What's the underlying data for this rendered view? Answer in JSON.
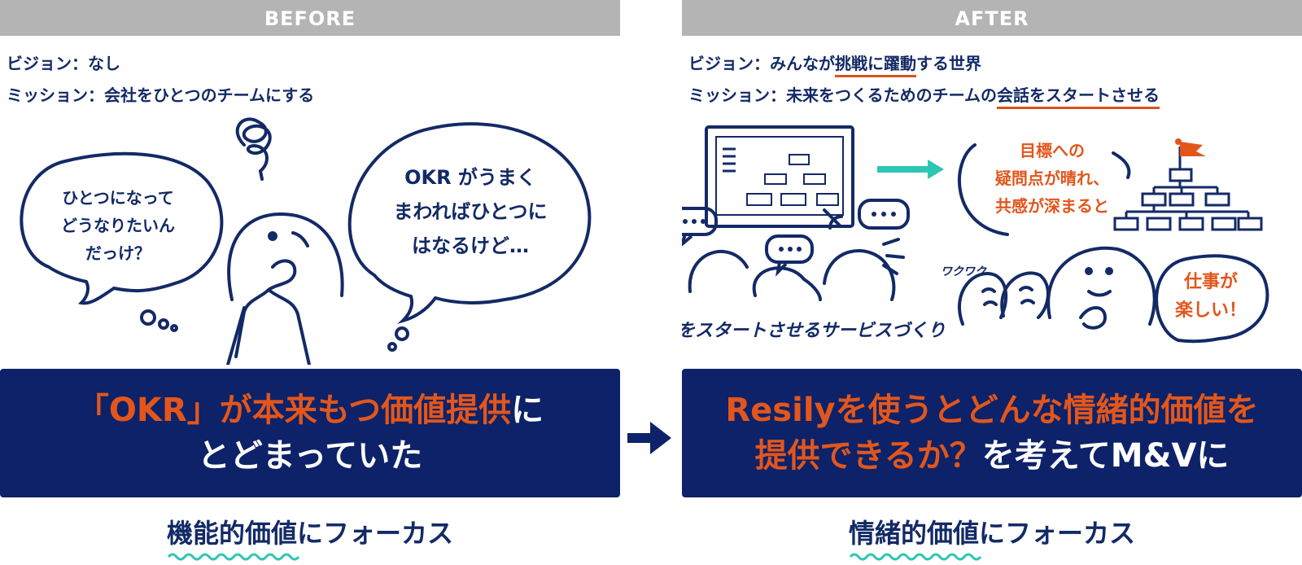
{
  "before": {
    "header": "BEFORE",
    "vision": "ビジョン：なし",
    "mission": "ミッション：会社をひとつのチームにする",
    "bubble_left": [
      "ひとつになって",
      "どうなりたいん",
      "だっけ？"
    ],
    "bubble_right": [
      "OKR がうまく",
      "まわればひとつに",
      "はなるけど…"
    ],
    "banner_orange": "「OKR」が本来もつ価値提供",
    "banner_white_1": "に",
    "banner_line2": "とどまっていた",
    "focus_highlight": "機能的価値",
    "focus_rest": "にフォーカス"
  },
  "after": {
    "header": "AFTER",
    "vision_prefix": "ビジョン：みんなが",
    "vision_underlined": "挑戦に躍動",
    "vision_suffix": "する世界",
    "mission_prefix": "ミッション：未来をつくるためのチームの",
    "mission_underlined": "会話をスタートさせる",
    "caption": "会話をスタートさせるサービスづくり",
    "bubble_goal": [
      "目標への",
      "疑問点が晴れ、",
      "共感が深まると"
    ],
    "bubble_fun": [
      "仕事が",
      "楽しい！"
    ],
    "wakuwaku": "ワクワク",
    "banner_orange_1": "Resilyを使うとどんな情緒的価値を",
    "banner_orange_2": "提供できるか？",
    "banner_white_2": "を考えてM&Vに",
    "focus_highlight": "情緒的価値",
    "focus_rest": "にフォーカス"
  },
  "colors": {
    "navy": "#0d2268",
    "orange": "#e2561c",
    "teal": "#2cc7b3",
    "gray": "#b4b4b4"
  }
}
